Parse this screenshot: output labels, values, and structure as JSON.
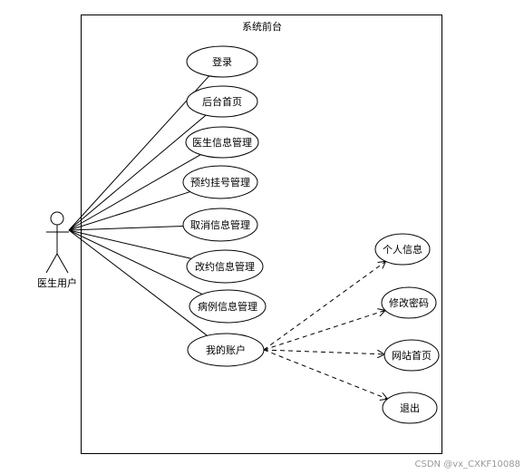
{
  "system": {
    "title": "系统前台"
  },
  "actor": {
    "name": "医生用户"
  },
  "use_cases": [
    {
      "id": "login",
      "label": "登录"
    },
    {
      "id": "home",
      "label": "后台首页"
    },
    {
      "id": "doctor-info",
      "label": "医生信息管理"
    },
    {
      "id": "booking",
      "label": "预约挂号管理"
    },
    {
      "id": "cancel-info",
      "label": "取消信息管理"
    },
    {
      "id": "reschedule-info",
      "label": "改约信息管理"
    },
    {
      "id": "case-info",
      "label": "病例信息管理"
    },
    {
      "id": "my-account",
      "label": "我的账户"
    }
  ],
  "sub_cases": [
    {
      "id": "personal-info",
      "label": "个人信息"
    },
    {
      "id": "change-password",
      "label": "修改密码"
    },
    {
      "id": "site-home",
      "label": "网站首页"
    },
    {
      "id": "logout",
      "label": "退出"
    }
  ],
  "watermark": "CSDN @vx_CXKF10088"
}
